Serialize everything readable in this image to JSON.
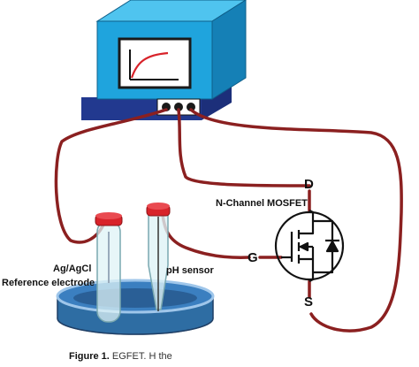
{
  "labels": {
    "mosfet": "N-Channel MOSFET",
    "drain": "D",
    "gate": "G",
    "source": "S",
    "reference_line1": "Ag/AgCl",
    "reference_line2": "Reference electrode",
    "ph_sensor": "pH sensor"
  },
  "caption": {
    "prefix": "Figure 1.",
    "text": "EGFET. H                                           the"
  },
  "colors": {
    "wire": "#8b2020",
    "box_front": "#1fa4dd",
    "box_top": "#4fc4ef",
    "box_side": "#1580b6",
    "base": "#1c2f7a",
    "cap": "#d8232a",
    "solution": "#2e6da3"
  },
  "icons": {
    "display": "response-curve-icon",
    "ports": "connector-port-icon"
  }
}
